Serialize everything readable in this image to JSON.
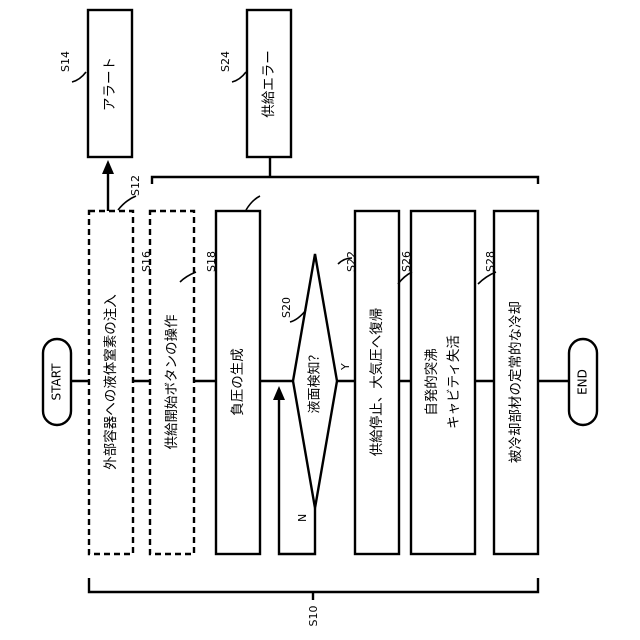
{
  "terminals": {
    "start": "START",
    "end": "END"
  },
  "steps": {
    "s12": {
      "id": "S12",
      "text": "外部容器への液体窒素の注入"
    },
    "s16": {
      "id": "S16",
      "text": "供給開始ボタンの操作"
    },
    "s18": {
      "id": "S18",
      "text": "負圧の生成"
    },
    "s20": {
      "id": "S20",
      "text": "液面検知？",
      "yes": "Y",
      "no": "N"
    },
    "s22": {
      "id": "S22",
      "text": "供給停止、大気圧へ復帰"
    },
    "s26": {
      "id": "S26",
      "line1": "自発的突沸",
      "line2": "キャビティ失活"
    },
    "s28": {
      "id": "S28",
      "text": "被冷却部材の定常的な冷却"
    },
    "s14": {
      "id": "S14",
      "text": "アラート"
    },
    "s24": {
      "id": "S24",
      "text": "供給エラー"
    }
  },
  "group": {
    "id": "S10"
  }
}
